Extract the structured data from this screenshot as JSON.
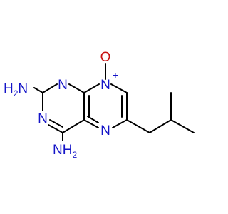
{
  "molecule": {
    "atoms": {
      "amine_2": {
        "main": "H",
        "sub": "2",
        "tail": "N"
      },
      "amine_4": {
        "main": "NH",
        "sub": "2"
      },
      "n1": "N",
      "n3": "N",
      "n5": "N",
      "n8": "N",
      "n8_charge": "+",
      "oxide": "O"
    },
    "colors": {
      "nitrogen": "#1414c8",
      "oxygen": "#c81414",
      "bond": "#000000"
    }
  }
}
